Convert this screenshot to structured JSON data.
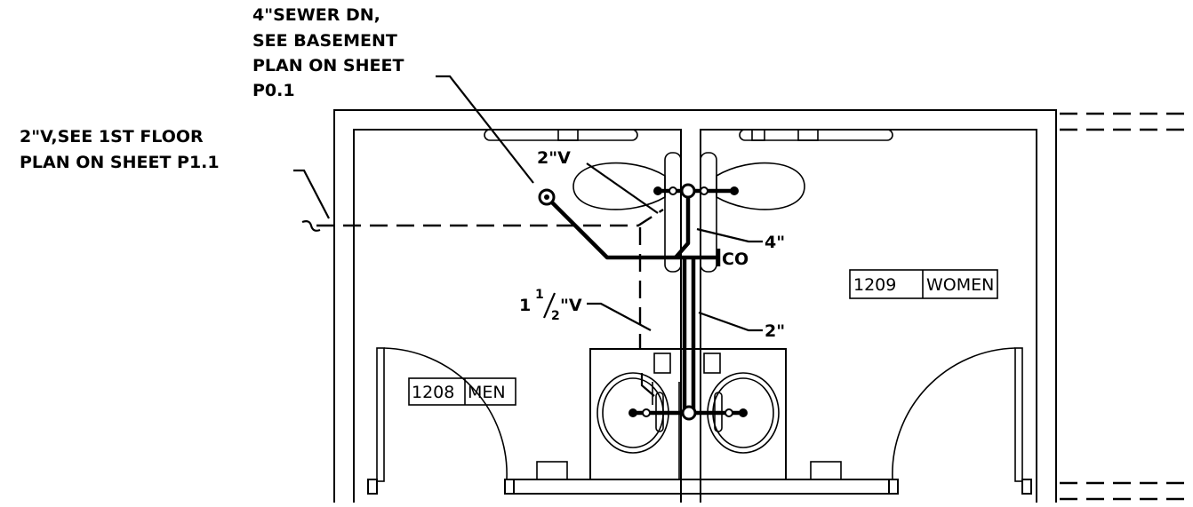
{
  "notes": {
    "sewer": [
      "4\"SEWER DN,",
      "SEE BASEMENT",
      "PLAN ON SHEET",
      "P0.1"
    ],
    "vent_2_floor": [
      "2\"V,SEE 1ST FLOOR",
      "PLAN ON SHEET P1.1"
    ],
    "vent_2": "2\"V",
    "pipe_4": "4\"",
    "cleanout": "CO",
    "pipe_2": "2\"",
    "vent_1_5_whole": "1",
    "vent_1_5_num": "1",
    "vent_1_5_den": "2",
    "vent_1_5_tail": "\"V"
  },
  "rooms": {
    "men": {
      "number": "1208",
      "name": "MEN"
    },
    "women": {
      "number": "1209",
      "name": "WOMEN"
    }
  }
}
